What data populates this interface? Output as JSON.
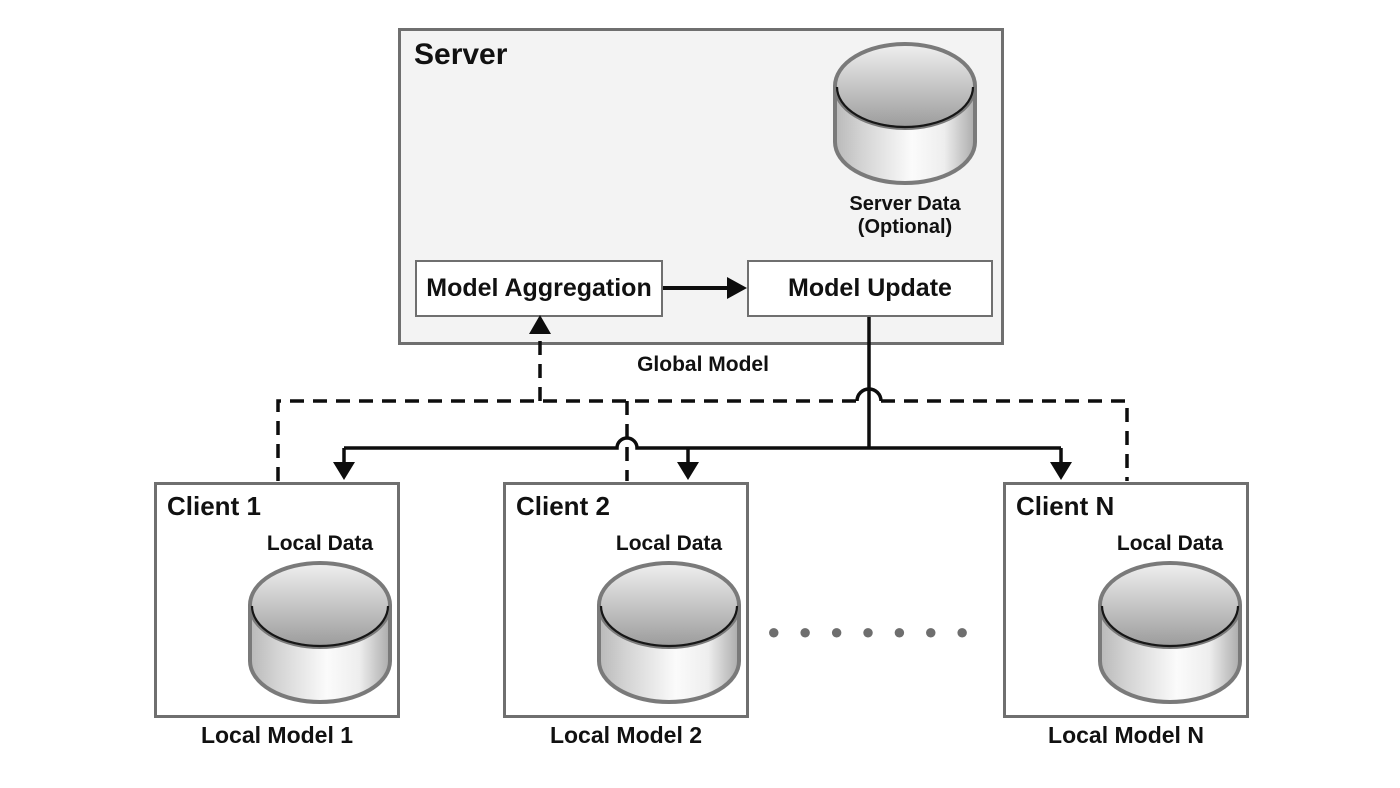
{
  "server": {
    "label": "Server",
    "data_store_label_line1": "Server Data",
    "data_store_label_line2": "(Optional)",
    "aggregation_label": "Model Aggregation",
    "update_label": "Model Update"
  },
  "connections": {
    "global_model_label": "Global Model"
  },
  "clients": [
    {
      "label": "Client 1",
      "data_label": "Local Data",
      "model_label": "Local Model 1"
    },
    {
      "label": "Client 2",
      "data_label": "Local Data",
      "model_label": "Local Model 2"
    },
    {
      "label": "Client N",
      "data_label": "Local Data",
      "model_label": "Local Model N"
    }
  ],
  "ellipsis_dots": "● ● ● ● ● ● ●",
  "colors": {
    "line": "#0d0d0d",
    "box_border": "#6f6f6f",
    "server_fill": "#f3f3f3",
    "client_fill": "#ffffff",
    "cylinder_stroke": "#7a7a7a",
    "dots": "#6e6e6e",
    "text": "#111111"
  }
}
